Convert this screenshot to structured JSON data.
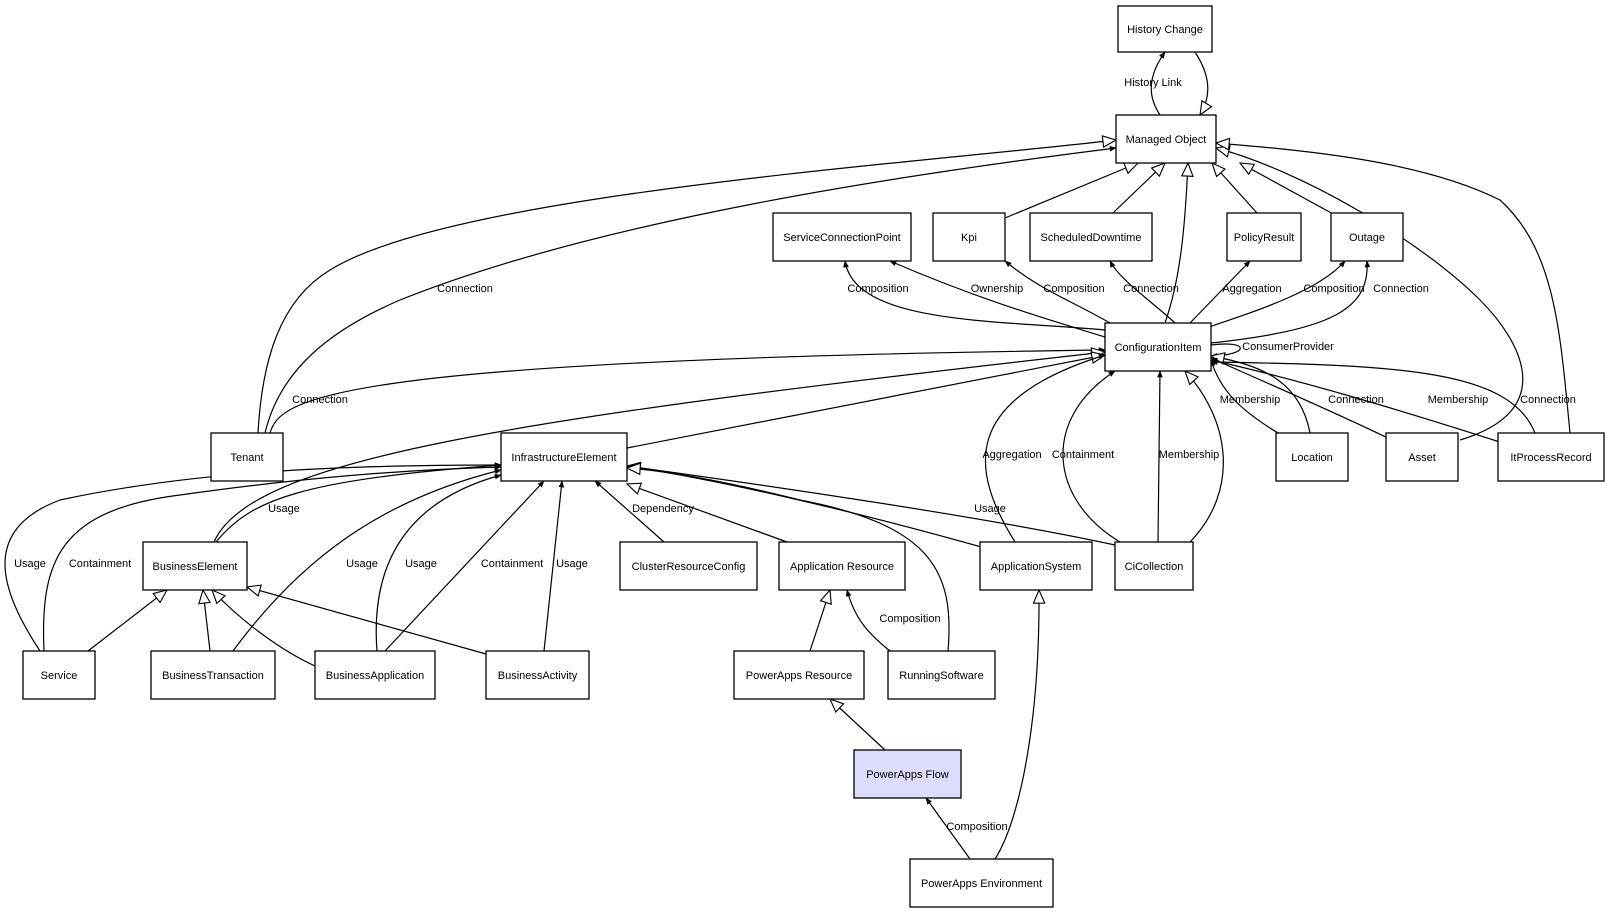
{
  "diagram": {
    "title": "Class relationship diagram",
    "highlight_color": "#dcdcfc",
    "nodes": [
      {
        "id": "history_change",
        "label": "History Change"
      },
      {
        "id": "managed_object",
        "label": "Managed Object"
      },
      {
        "id": "service_connection_point",
        "label": "ServiceConnectionPoint"
      },
      {
        "id": "kpi",
        "label": "Kpi"
      },
      {
        "id": "scheduled_downtime",
        "label": "ScheduledDowntime"
      },
      {
        "id": "policy_result",
        "label": "PolicyResult"
      },
      {
        "id": "outage",
        "label": "Outage"
      },
      {
        "id": "configuration_item",
        "label": "ConfigurationItem"
      },
      {
        "id": "tenant",
        "label": "Tenant"
      },
      {
        "id": "infrastructure_element",
        "label": "InfrastructureElement"
      },
      {
        "id": "location",
        "label": "Location"
      },
      {
        "id": "asset",
        "label": "Asset"
      },
      {
        "id": "it_process_record",
        "label": "ItProcessRecord"
      },
      {
        "id": "business_element",
        "label": "BusinessElement"
      },
      {
        "id": "cluster_resource_config",
        "label": "ClusterResourceConfig"
      },
      {
        "id": "application_resource",
        "label": "Application Resource"
      },
      {
        "id": "application_system",
        "label": "ApplicationSystem"
      },
      {
        "id": "ci_collection",
        "label": "CiCollection"
      },
      {
        "id": "service",
        "label": "Service"
      },
      {
        "id": "business_transaction",
        "label": "BusinessTransaction"
      },
      {
        "id": "business_application",
        "label": "BusinessApplication"
      },
      {
        "id": "business_activity",
        "label": "BusinessActivity"
      },
      {
        "id": "powerapps_resource",
        "label": "PowerApps Resource"
      },
      {
        "id": "running_software",
        "label": "RunningSoftware"
      },
      {
        "id": "powerapps_flow",
        "label": "PowerApps Flow",
        "highlighted": true
      },
      {
        "id": "powerapps_environment",
        "label": "PowerApps Environment"
      }
    ],
    "edges": [
      {
        "from": "managed_object",
        "to": "history_change",
        "type": "association",
        "label": "History Link"
      },
      {
        "from": "history_change",
        "to": "managed_object",
        "type": "inheritance",
        "label": ""
      },
      {
        "from": "tenant",
        "to": "managed_object",
        "type": "inheritance",
        "label": ""
      },
      {
        "from": "tenant",
        "to": "managed_object",
        "type": "association",
        "label": "Connection"
      },
      {
        "from": "kpi",
        "to": "managed_object",
        "type": "inheritance",
        "label": ""
      },
      {
        "from": "scheduled_downtime",
        "to": "managed_object",
        "type": "inheritance",
        "label": ""
      },
      {
        "from": "configuration_item",
        "to": "managed_object",
        "type": "inheritance",
        "label": ""
      },
      {
        "from": "policy_result",
        "to": "managed_object",
        "type": "inheritance",
        "label": ""
      },
      {
        "from": "outage",
        "to": "managed_object",
        "type": "inheritance",
        "label": ""
      },
      {
        "from": "asset",
        "to": "managed_object",
        "type": "inheritance",
        "label": ""
      },
      {
        "from": "it_process_record",
        "to": "managed_object",
        "type": "inheritance",
        "label": ""
      },
      {
        "from": "configuration_item",
        "to": "service_connection_point",
        "type": "association",
        "label": "Composition"
      },
      {
        "from": "configuration_item",
        "to": "service_connection_point",
        "type": "association",
        "label": "Ownership"
      },
      {
        "from": "configuration_item",
        "to": "kpi",
        "type": "association",
        "label": "Composition"
      },
      {
        "from": "configuration_item",
        "to": "scheduled_downtime",
        "type": "association",
        "label": "Connection"
      },
      {
        "from": "configuration_item",
        "to": "policy_result",
        "type": "association",
        "label": "Aggregation"
      },
      {
        "from": "configuration_item",
        "to": "outage",
        "type": "association",
        "label": "Composition"
      },
      {
        "from": "configuration_item",
        "to": "outage",
        "type": "association",
        "label": "Connection"
      },
      {
        "from": "configuration_item",
        "to": "configuration_item",
        "type": "association",
        "label": "ConsumerProvider"
      },
      {
        "from": "tenant",
        "to": "configuration_item",
        "type": "association",
        "label": "Connection"
      },
      {
        "from": "business_element",
        "to": "configuration_item",
        "type": "inheritance",
        "label": ""
      },
      {
        "from": "infrastructure_element",
        "to": "configuration_item",
        "type": "inheritance",
        "label": ""
      },
      {
        "from": "application_system",
        "to": "configuration_item",
        "type": "association",
        "label": "Aggregation"
      },
      {
        "from": "ci_collection",
        "to": "configuration_item",
        "type": "association",
        "label": "Containment"
      },
      {
        "from": "ci_collection",
        "to": "configuration_item",
        "type": "association",
        "label": "Membership"
      },
      {
        "from": "ci_collection",
        "to": "configuration_item",
        "type": "inheritance",
        "label": ""
      },
      {
        "from": "location",
        "to": "configuration_item",
        "type": "association",
        "label": "Membership"
      },
      {
        "from": "location",
        "to": "configuration_item",
        "type": "inheritance",
        "label": ""
      },
      {
        "from": "asset",
        "to": "configuration_item",
        "type": "association",
        "label": "Connection"
      },
      {
        "from": "it_process_record",
        "to": "configuration_item",
        "type": "association",
        "label": "Membership"
      },
      {
        "from": "it_process_record",
        "to": "configuration_item",
        "type": "association",
        "label": "Connection"
      },
      {
        "from": "business_element",
        "to": "infrastructure_element",
        "type": "association",
        "label": "Usage"
      },
      {
        "from": "service",
        "to": "infrastructure_element",
        "type": "association",
        "label": "Usage"
      },
      {
        "from": "service",
        "to": "infrastructure_element",
        "type": "association",
        "label": "Containment"
      },
      {
        "from": "business_transaction",
        "to": "infrastructure_element",
        "type": "association",
        "label": "Usage"
      },
      {
        "from": "business_application",
        "to": "infrastructure_element",
        "type": "association",
        "label": "Usage"
      },
      {
        "from": "business_application",
        "to": "infrastructure_element",
        "type": "association",
        "label": "Containment"
      },
      {
        "from": "business_activity",
        "to": "infrastructure_element",
        "type": "association",
        "label": "Usage"
      },
      {
        "from": "cluster_resource_config",
        "to": "infrastructure_element",
        "type": "association",
        "label": "Dependency"
      },
      {
        "from": "application_resource",
        "to": "infrastructure_element",
        "type": "inheritance",
        "label": ""
      },
      {
        "from": "application_system",
        "to": "infrastructure_element",
        "type": "inheritance",
        "label": ""
      },
      {
        "from": "ci_collection",
        "to": "infrastructure_element",
        "type": "association",
        "label": "Usage"
      },
      {
        "from": "running_software",
        "to": "infrastructure_element",
        "type": "inheritance",
        "label": ""
      },
      {
        "from": "service",
        "to": "business_element",
        "type": "inheritance",
        "label": ""
      },
      {
        "from": "business_transaction",
        "to": "business_element",
        "type": "inheritance",
        "label": ""
      },
      {
        "from": "business_application",
        "to": "business_element",
        "type": "inheritance",
        "label": ""
      },
      {
        "from": "business_activity",
        "to": "business_element",
        "type": "inheritance",
        "label": ""
      },
      {
        "from": "powerapps_resource",
        "to": "application_resource",
        "type": "inheritance",
        "label": ""
      },
      {
        "from": "running_software",
        "to": "application_resource",
        "type": "association",
        "label": "Composition"
      },
      {
        "from": "powerapps_flow",
        "to": "powerapps_resource",
        "type": "inheritance",
        "label": ""
      },
      {
        "from": "powerapps_environment",
        "to": "powerapps_flow",
        "type": "association",
        "label": "Composition"
      },
      {
        "from": "powerapps_environment",
        "to": "application_system",
        "type": "inheritance",
        "label": ""
      }
    ]
  }
}
